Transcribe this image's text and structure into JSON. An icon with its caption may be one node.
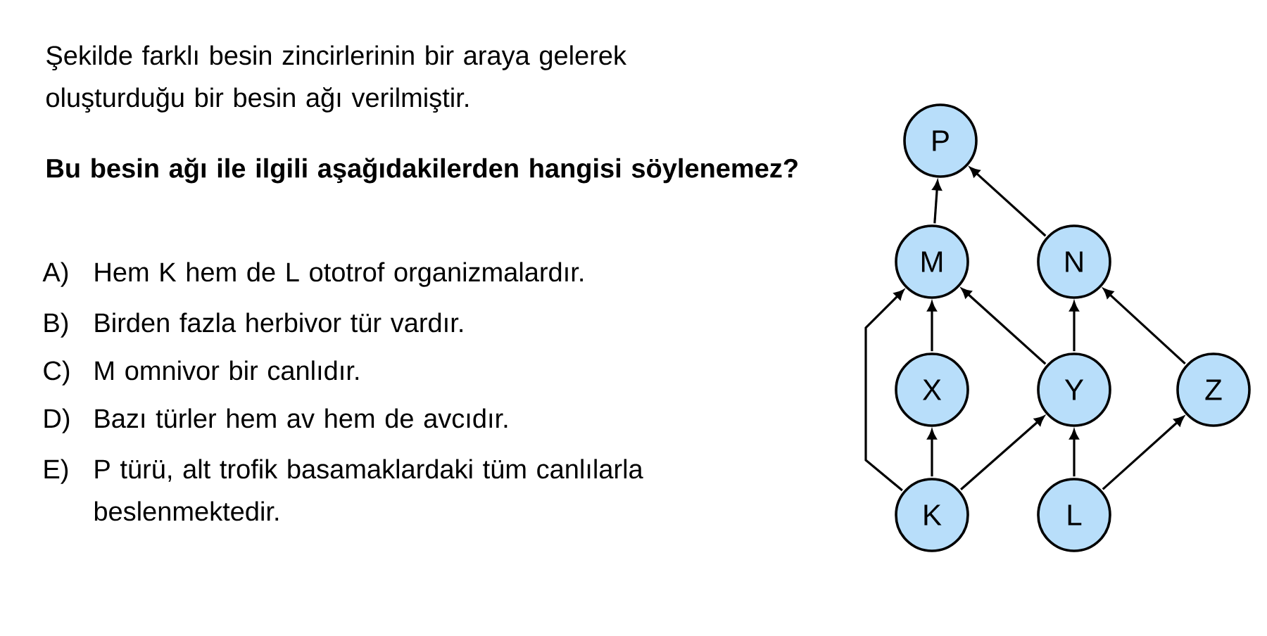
{
  "diagram": {
    "nodes": [
      {
        "text": [
          "P"
        ]
      },
      {
        "text": [
          "M"
        ]
      },
      {
        "text": [
          "N"
        ]
      },
      {
        "text": [
          "X"
        ]
      },
      {
        "text": [
          "Y"
        ]
      },
      {
        "text": [
          "Z"
        ]
      },
      {
        "text": [
          "K"
        ]
      },
      {
        "text": [
          "L"
        ]
      }
    ],
    "edges": [
      {
        "from": 1,
        "to": 0,
        "arrow": "to"
      },
      {
        "from": 2,
        "to": 0,
        "arrow": "to"
      },
      {
        "from": 3,
        "to": 1,
        "arrow": "to"
      },
      {
        "from": 6,
        "to": 1,
        "arrow": "to"
      },
      {
        "from": 4,
        "to": 1,
        "arrow": "to"
      },
      {
        "from": 4,
        "to": 2,
        "arrow": "to"
      },
      {
        "from": 5,
        "to": 2,
        "arrow": "to"
      },
      {
        "from": 6,
        "to": 3,
        "arrow": "to"
      },
      {
        "from": 6,
        "to": 4,
        "arrow": "to"
      },
      {
        "from": 7,
        "to": 4,
        "arrow": "to"
      },
      {
        "from": 7,
        "to": 5,
        "arrow": "to"
      }
    ],
    "labels": [
      "Şekilde farklı besin zincirlerinin bir araya gelerek oluşturduğu bir besin ağı verilmiştir.",
      "Bu besin ağı ile ilgili aşağıdakilerden hangisi söylenemez?",
      "A)",
      "Hem K hem de L ototrof organizmalardır.",
      "B)",
      "Birden fazla herbivor tür vardır.",
      "C)",
      "M omnivor bir canlıdır.",
      "D)",
      "Bazı türler hem av hem de avcıdır.",
      "E)",
      "P türü, alt trofik basamaklardaki tüm canlılarla beslenmektedir."
    ]
  }
}
